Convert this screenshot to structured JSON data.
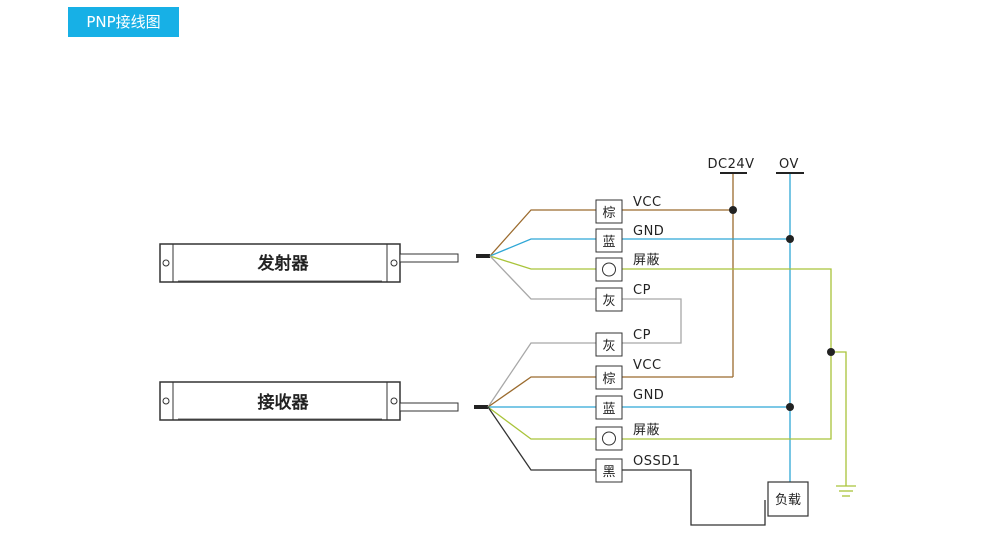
{
  "header": {
    "title": "PNP接线图"
  },
  "devices": {
    "emitter": "发射器",
    "receiver": "接收器"
  },
  "power": {
    "positive": "DC24V",
    "zero": "OV"
  },
  "emitter_wires": [
    {
      "box": "棕",
      "signal": "VCC"
    },
    {
      "box": "蓝",
      "signal": "GND"
    },
    {
      "box": "",
      "signal": "屏蔽"
    },
    {
      "box": "灰",
      "signal": "CP"
    }
  ],
  "receiver_wires": [
    {
      "box": "灰",
      "signal": "CP"
    },
    {
      "box": "棕",
      "signal": "VCC"
    },
    {
      "box": "蓝",
      "signal": "GND"
    },
    {
      "box": "",
      "signal": "屏蔽"
    },
    {
      "box": "黑",
      "signal": "OSSD1"
    }
  ],
  "load": {
    "label": "负载"
  },
  "colors": {
    "tag": "#17b0e6",
    "brown": "#9b6b2e",
    "blue": "#2fa7d6",
    "yellow_green": "#a9c43a",
    "gray": "#a8a8a8",
    "black": "#333333"
  }
}
